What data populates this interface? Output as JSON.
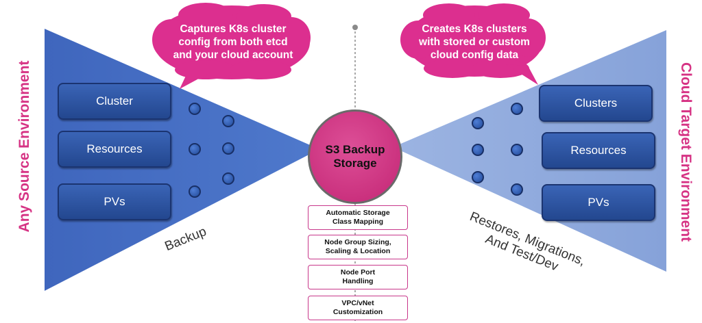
{
  "left": {
    "side_label": "Any Source Environment",
    "bubble": [
      "Captures K8s cluster",
      "config from both etcd",
      "and your cloud account"
    ],
    "boxes": [
      "Cluster",
      "Resources",
      "PVs"
    ],
    "action_label": "Backup"
  },
  "right": {
    "side_label": "Cloud Target Environment",
    "bubble": [
      "Creates K8s clusters",
      "with stored or custom",
      "cloud config data"
    ],
    "boxes": [
      "Clusters",
      "Resources",
      "PVs"
    ],
    "action_label": [
      "Restores, Migrations,",
      "And Test/Dev"
    ]
  },
  "center": {
    "title": [
      "S3 Backup",
      "Storage"
    ],
    "features": [
      [
        "Automatic Storage",
        "Class Mapping"
      ],
      [
        "Node Group Sizing,",
        "Scaling & Location"
      ],
      [
        "Node Port",
        "Handling"
      ],
      [
        "VPC/vNet",
        "Customization"
      ]
    ]
  },
  "colors": {
    "left_wedge": "#4a72c4",
    "right_wedge": "#8ea9dd",
    "bubble": "#dc2f8f",
    "accent_text": "#d63384",
    "box": "#2c4f9c"
  }
}
